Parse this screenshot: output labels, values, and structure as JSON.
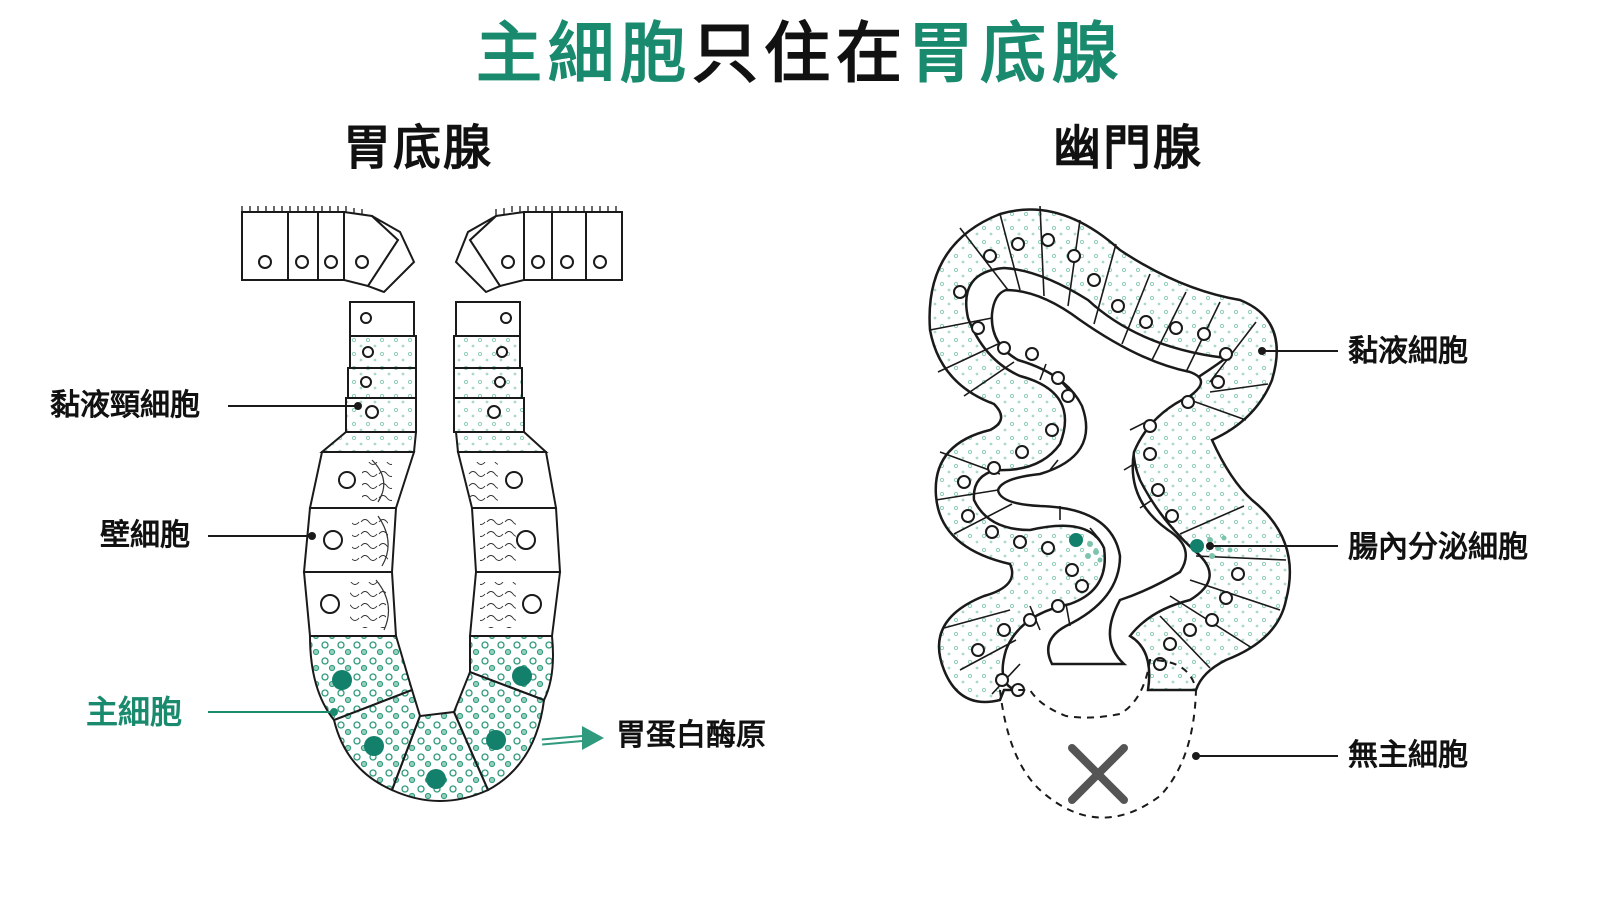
{
  "title": {
    "part1": "主細胞",
    "part2": "只住在",
    "part3": "胃底腺"
  },
  "fundic": {
    "heading": "胃底腺",
    "labels": {
      "mucous_neck": "黏液頸細胞",
      "parietal": "壁細胞",
      "chief": "主細胞",
      "pepsinogen": "胃蛋白酶原"
    }
  },
  "pyloric": {
    "heading": "幽門腺",
    "labels": {
      "mucous": "黏液細胞",
      "enteroendocrine": "腸內分泌細胞",
      "no_chief": "無主細胞"
    }
  },
  "colors": {
    "accent": "#1a8a6e",
    "text": "#111111",
    "outline": "#1a1a1a",
    "dots": "#7cc4ad",
    "cross": "#555555"
  },
  "icons": [
    "right-arrow-icon",
    "cross-icon"
  ]
}
